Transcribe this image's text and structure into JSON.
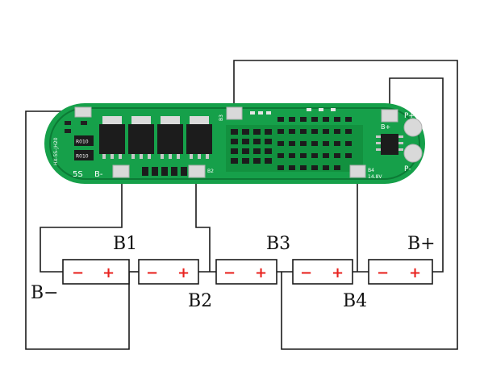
{
  "colors": {
    "pcb_green": "#16a04a",
    "pcb_dark": "#0c7a35",
    "wire": "#1a1a1a",
    "cell_sign": "#e8231f",
    "pad": "#d9d9d9"
  },
  "pcb": {
    "silk_model": "HX-5S-JH20",
    "silk_series": "5S",
    "silk_bminus": "B-",
    "silk_b2": "B2",
    "silk_b3": "B3",
    "silk_b4": "B4",
    "silk_bplus": "B+",
    "silk_pplus": "P+",
    "silk_pminus": "P-",
    "silk_voltage": "14.8V",
    "resistor_code": "R010"
  },
  "labels": {
    "b1": "B1",
    "b2": "B2",
    "b3": "B3",
    "b4": "B4",
    "bminus": "B−",
    "bplus": "B+"
  },
  "cells": [
    {
      "minus": "−",
      "plus": "+"
    },
    {
      "minus": "−",
      "plus": "+"
    },
    {
      "minus": "−",
      "plus": "+"
    },
    {
      "minus": "−",
      "plus": "+"
    },
    {
      "minus": "−",
      "plus": "+"
    }
  ]
}
